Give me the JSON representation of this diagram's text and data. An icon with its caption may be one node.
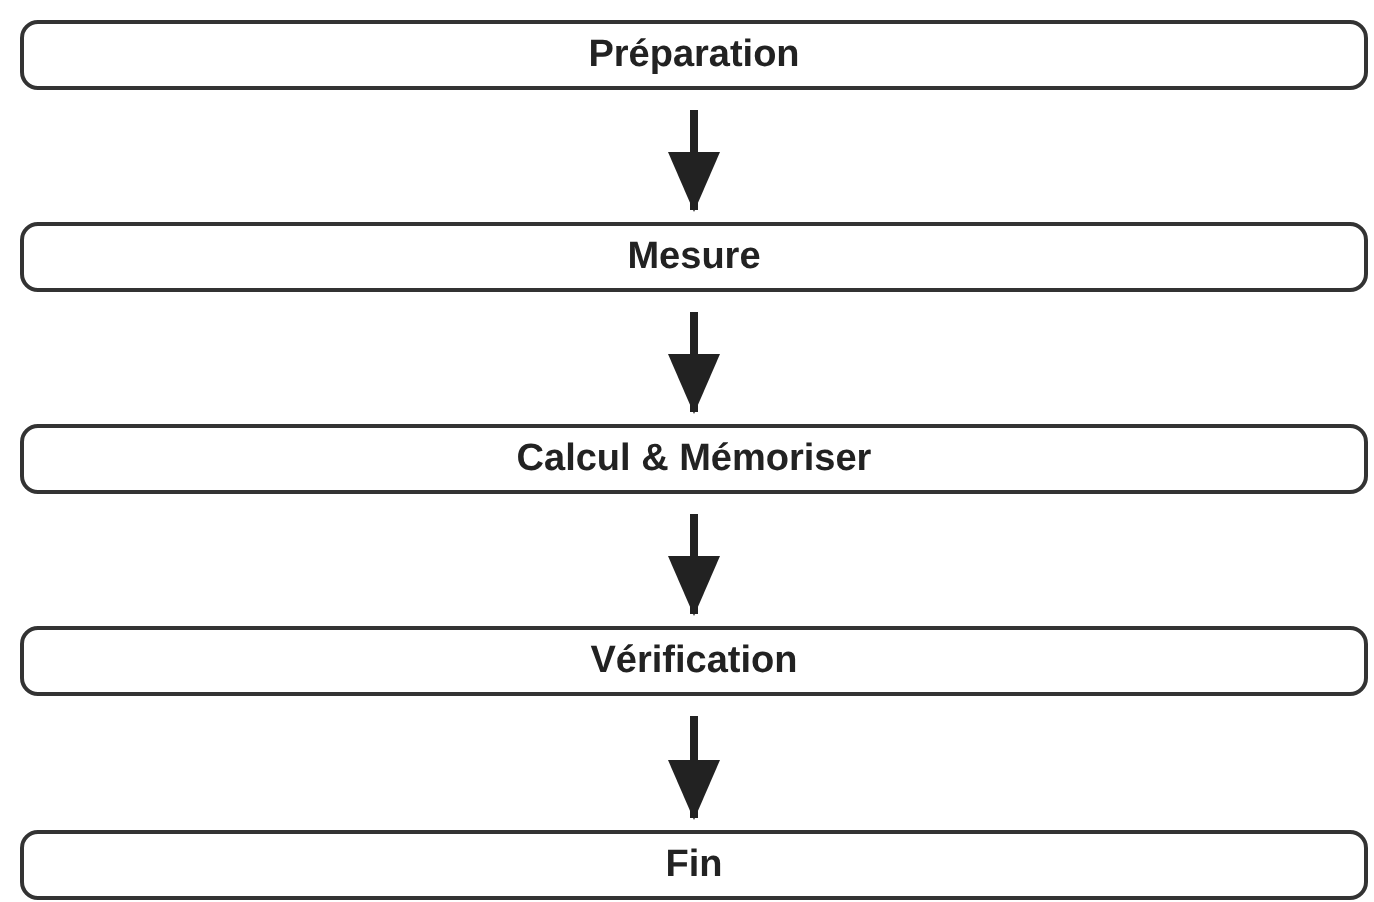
{
  "diagram": {
    "nodes": [
      {
        "text": [
          "Préparation"
        ]
      },
      {
        "text": [
          "Mesure"
        ]
      },
      {
        "text": [
          "Calcul & Mémoriser"
        ]
      },
      {
        "text": [
          "Vérification"
        ]
      },
      {
        "text": [
          "Fin"
        ]
      }
    ],
    "edges": [
      {
        "from": 0,
        "to": 1,
        "arrow": "to"
      },
      {
        "from": 1,
        "to": 2,
        "arrow": "to"
      },
      {
        "from": 2,
        "to": 3,
        "arrow": "to"
      },
      {
        "from": 3,
        "to": 4,
        "arrow": "to"
      }
    ]
  }
}
